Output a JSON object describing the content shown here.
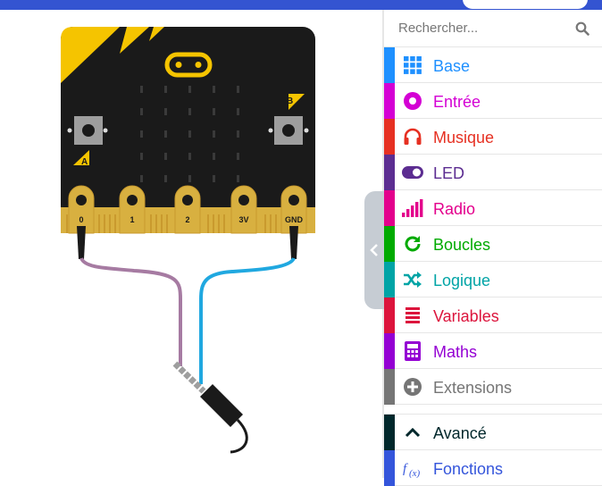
{
  "search": {
    "placeholder": "Rechercher..."
  },
  "simulator": {
    "pins": [
      "0",
      "1",
      "2",
      "3V",
      "GND"
    ],
    "button_a": "A",
    "button_b": "B"
  },
  "toolbox": {
    "categories": [
      {
        "label": "Base",
        "color": "#1e90ff",
        "icon": "grid-icon"
      },
      {
        "label": "Entrée",
        "color": "#d400d4",
        "icon": "circle-dot-icon"
      },
      {
        "label": "Musique",
        "color": "#e63022",
        "icon": "headphones-icon"
      },
      {
        "label": "LED",
        "color": "#5c2d91",
        "icon": "toggle-icon"
      },
      {
        "label": "Radio",
        "color": "#e3008c",
        "icon": "signal-bars-icon"
      },
      {
        "label": "Boucles",
        "color": "#00aa00",
        "icon": "refresh-icon"
      },
      {
        "label": "Logique",
        "color": "#00a4a6",
        "icon": "shuffle-icon"
      },
      {
        "label": "Variables",
        "color": "#dc143c",
        "icon": "list-icon"
      },
      {
        "label": "Maths",
        "color": "#9400d3",
        "icon": "calculator-icon"
      },
      {
        "label": "Extensions",
        "color": "#757575",
        "icon": "plus-circle-icon"
      },
      {
        "label": "Avancé",
        "color": "#00272b",
        "icon": "chevron-up-icon"
      },
      {
        "label": "Fonctions",
        "color": "#3455db",
        "icon": "function-icon"
      }
    ]
  }
}
